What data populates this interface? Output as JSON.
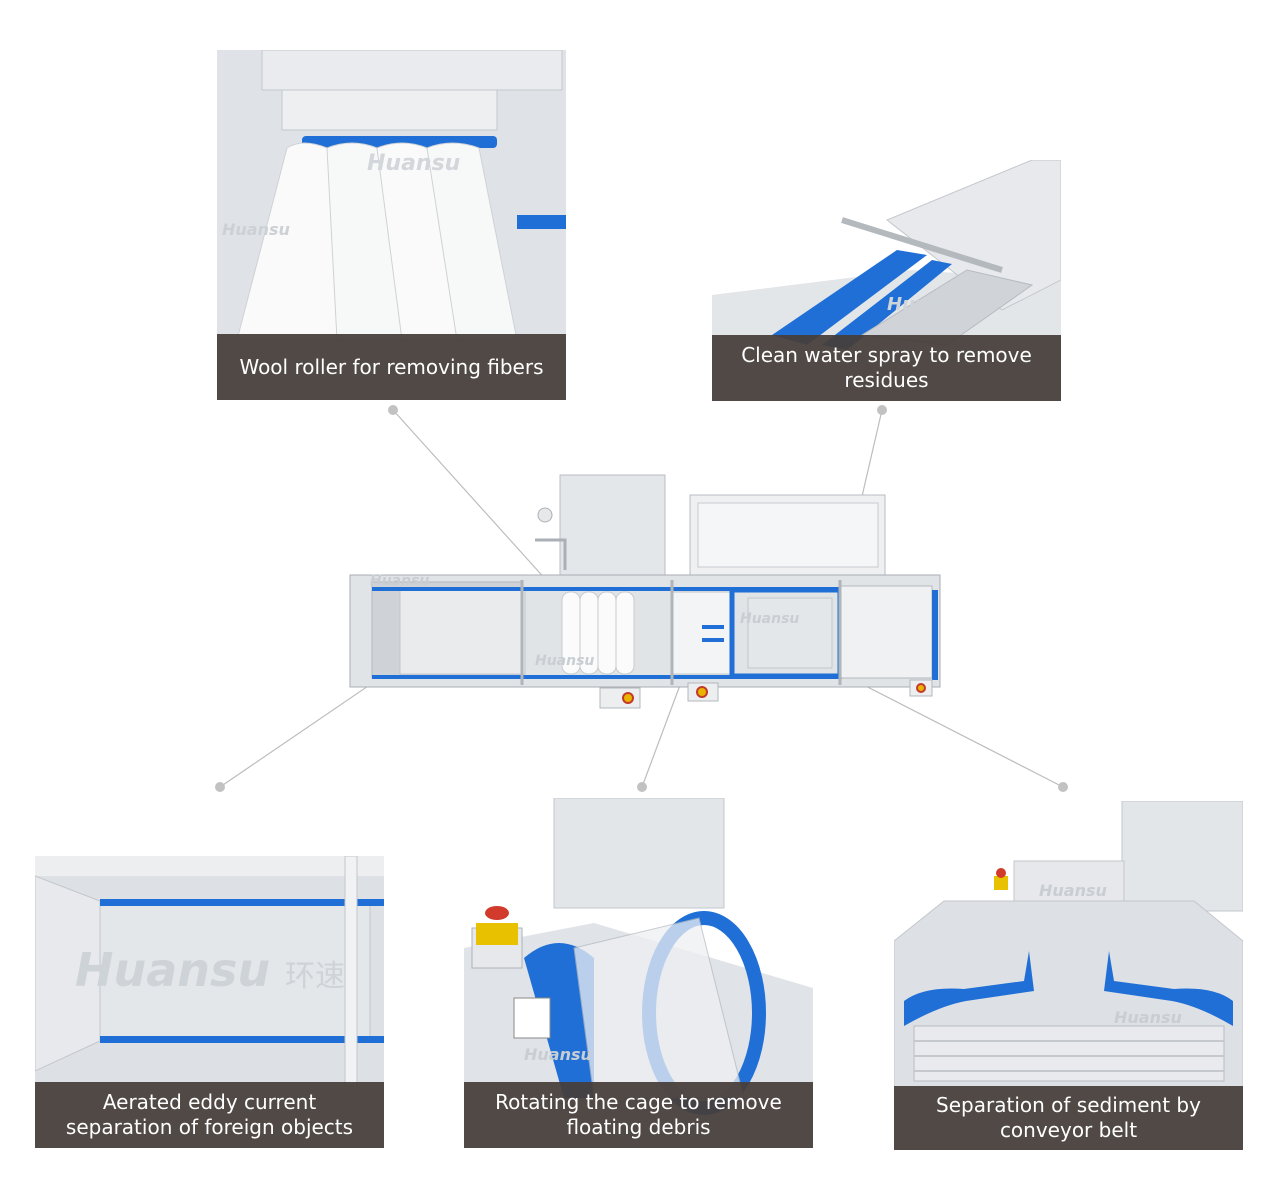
{
  "callouts": [
    {
      "id": "wool-roller",
      "caption": "Wool roller for removing fibers"
    },
    {
      "id": "water-spray",
      "caption": "Clean water spray to remove residues"
    },
    {
      "id": "eddy-current",
      "caption": "Aerated eddy current separation of foreign objects"
    },
    {
      "id": "rotating-cage",
      "caption": "Rotating the cage to remove floating debris"
    },
    {
      "id": "sediment-belt",
      "caption": "Separation of sediment by conveyor belt"
    }
  ],
  "brand": {
    "watermark": "Huansu",
    "watermark_cn": "环速"
  },
  "colors": {
    "accent": "#1f6fd6",
    "caption_bg": "#473f3a",
    "connector": "#b8b8b8",
    "metal": "#d9dde1"
  }
}
